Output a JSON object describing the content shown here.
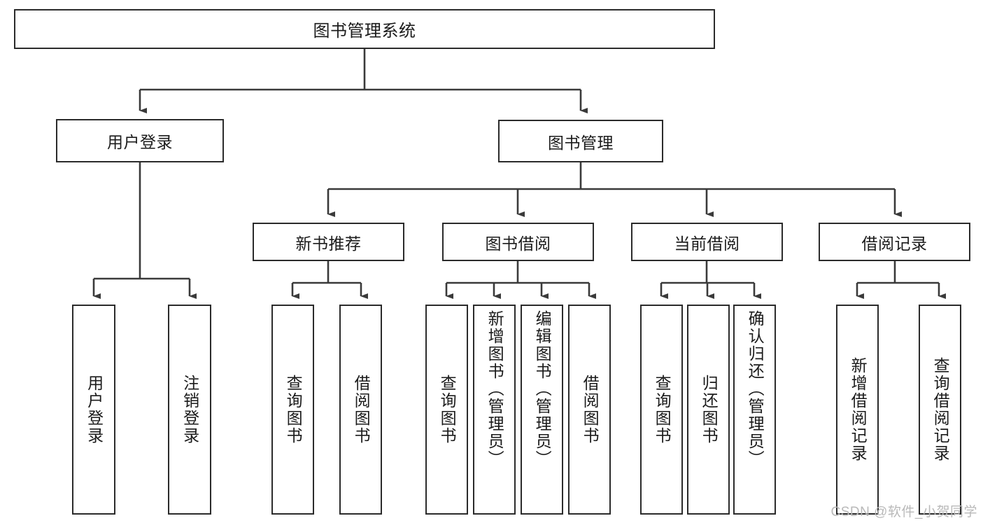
{
  "diagram": {
    "title": "图书管理系统",
    "type": "tree-hierarchy",
    "watermark": "CSDN @软件_小贺同学",
    "colors": {
      "border": "#2b2b2b",
      "background": "#ffffff",
      "text": "#1b1b1b",
      "watermark": "#b9b9b9"
    },
    "root": {
      "id": "root",
      "label": "图书管理系统"
    },
    "level2": [
      {
        "id": "user-login",
        "label": "用户登录"
      },
      {
        "id": "book-manage",
        "label": "图书管理"
      }
    ],
    "level3": [
      {
        "id": "new-book-rec",
        "label": "新书推荐"
      },
      {
        "id": "book-borrow",
        "label": "图书借阅"
      },
      {
        "id": "current-borrow",
        "label": "当前借阅"
      },
      {
        "id": "borrow-record",
        "label": "借阅记录"
      }
    ],
    "leaves": [
      {
        "id": "leaf-user-login",
        "label": "用户登录",
        "parent": "user-login"
      },
      {
        "id": "leaf-user-logout",
        "label": "注销登录",
        "parent": "user-login"
      },
      {
        "id": "leaf-query-book-1",
        "label": "查询图书",
        "parent": "new-book-rec"
      },
      {
        "id": "leaf-borrow-book-1",
        "label": "借阅图书",
        "parent": "new-book-rec"
      },
      {
        "id": "leaf-query-book-2",
        "label": "查询图书",
        "parent": "book-borrow"
      },
      {
        "id": "leaf-add-book",
        "label": "新增图书（管理员）",
        "parent": "book-borrow"
      },
      {
        "id": "leaf-edit-book",
        "label": "编辑图书（管理员）",
        "parent": "book-borrow"
      },
      {
        "id": "leaf-borrow-book-2",
        "label": "借阅图书",
        "parent": "book-borrow"
      },
      {
        "id": "leaf-query-book-3",
        "label": "查询图书",
        "parent": "current-borrow"
      },
      {
        "id": "leaf-return-book",
        "label": "归还图书",
        "parent": "current-borrow"
      },
      {
        "id": "leaf-confirm-return",
        "label": "确认归还（管理员）",
        "parent": "current-borrow"
      },
      {
        "id": "leaf-add-record",
        "label": "新增借阅记录",
        "parent": "borrow-record"
      },
      {
        "id": "leaf-query-record",
        "label": "查询借阅记录",
        "parent": "borrow-record"
      }
    ]
  }
}
